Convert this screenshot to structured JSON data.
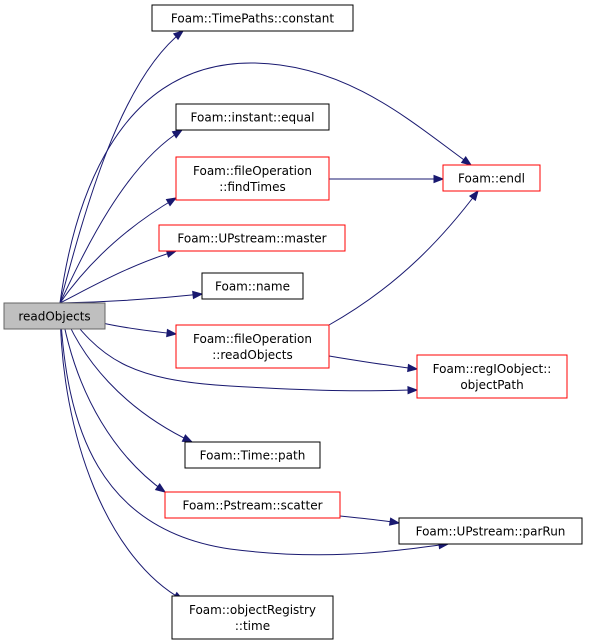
{
  "diagram": {
    "nodes": [
      {
        "id": "readObjects",
        "lines": [
          "readObjects"
        ],
        "border": "#666666",
        "fill": "#bfbfbf",
        "role": "root"
      },
      {
        "id": "timepaths_constant",
        "lines": [
          "Foam::TimePaths::constant"
        ],
        "border": "#000000",
        "fill": "#ffffff"
      },
      {
        "id": "instant_equal",
        "lines": [
          "Foam::instant::equal"
        ],
        "border": "#000000",
        "fill": "#ffffff"
      },
      {
        "id": "fileop_findtimes",
        "lines": [
          "Foam::fileOperation",
          "::findTimes"
        ],
        "border": "#ff0000",
        "fill": "#ffffff"
      },
      {
        "id": "endl",
        "lines": [
          "Foam::endl"
        ],
        "border": "#ff0000",
        "fill": "#ffffff"
      },
      {
        "id": "upstream_master",
        "lines": [
          "Foam::UPstream::master"
        ],
        "border": "#ff0000",
        "fill": "#ffffff"
      },
      {
        "id": "foam_name",
        "lines": [
          "Foam::name"
        ],
        "border": "#000000",
        "fill": "#ffffff"
      },
      {
        "id": "fileop_readobjects",
        "lines": [
          "Foam::fileOperation",
          "::readObjects"
        ],
        "border": "#ff0000",
        "fill": "#ffffff"
      },
      {
        "id": "regio_objectpath",
        "lines": [
          "Foam::regIOobject::",
          "objectPath"
        ],
        "border": "#ff0000",
        "fill": "#ffffff"
      },
      {
        "id": "time_path",
        "lines": [
          "Foam::Time::path"
        ],
        "border": "#000000",
        "fill": "#ffffff"
      },
      {
        "id": "pstream_scatter",
        "lines": [
          "Foam::Pstream::scatter"
        ],
        "border": "#ff0000",
        "fill": "#ffffff"
      },
      {
        "id": "upstream_parrun",
        "lines": [
          "Foam::UPstream::parRun"
        ],
        "border": "#000000",
        "fill": "#ffffff"
      },
      {
        "id": "objreg_time",
        "lines": [
          "Foam::objectRegistry",
          "::time"
        ],
        "border": "#000000",
        "fill": "#ffffff"
      }
    ],
    "edges": [
      {
        "from": "readObjects",
        "to": "timepaths_constant"
      },
      {
        "from": "readObjects",
        "to": "endl"
      },
      {
        "from": "readObjects",
        "to": "instant_equal"
      },
      {
        "from": "readObjects",
        "to": "fileop_findtimes"
      },
      {
        "from": "readObjects",
        "to": "upstream_master"
      },
      {
        "from": "readObjects",
        "to": "foam_name"
      },
      {
        "from": "readObjects",
        "to": "fileop_readobjects"
      },
      {
        "from": "readObjects",
        "to": "regio_objectpath"
      },
      {
        "from": "readObjects",
        "to": "time_path"
      },
      {
        "from": "readObjects",
        "to": "pstream_scatter"
      },
      {
        "from": "readObjects",
        "to": "upstream_parrun"
      },
      {
        "from": "readObjects",
        "to": "objreg_time"
      },
      {
        "from": "fileop_findtimes",
        "to": "endl"
      },
      {
        "from": "fileop_readobjects",
        "to": "endl"
      },
      {
        "from": "fileop_readobjects",
        "to": "regio_objectpath"
      },
      {
        "from": "pstream_scatter",
        "to": "upstream_parrun"
      }
    ],
    "colors": {
      "edge": "#191970",
      "root_fill": "#bfbfbf",
      "called_border_red": "#ff0000"
    }
  }
}
